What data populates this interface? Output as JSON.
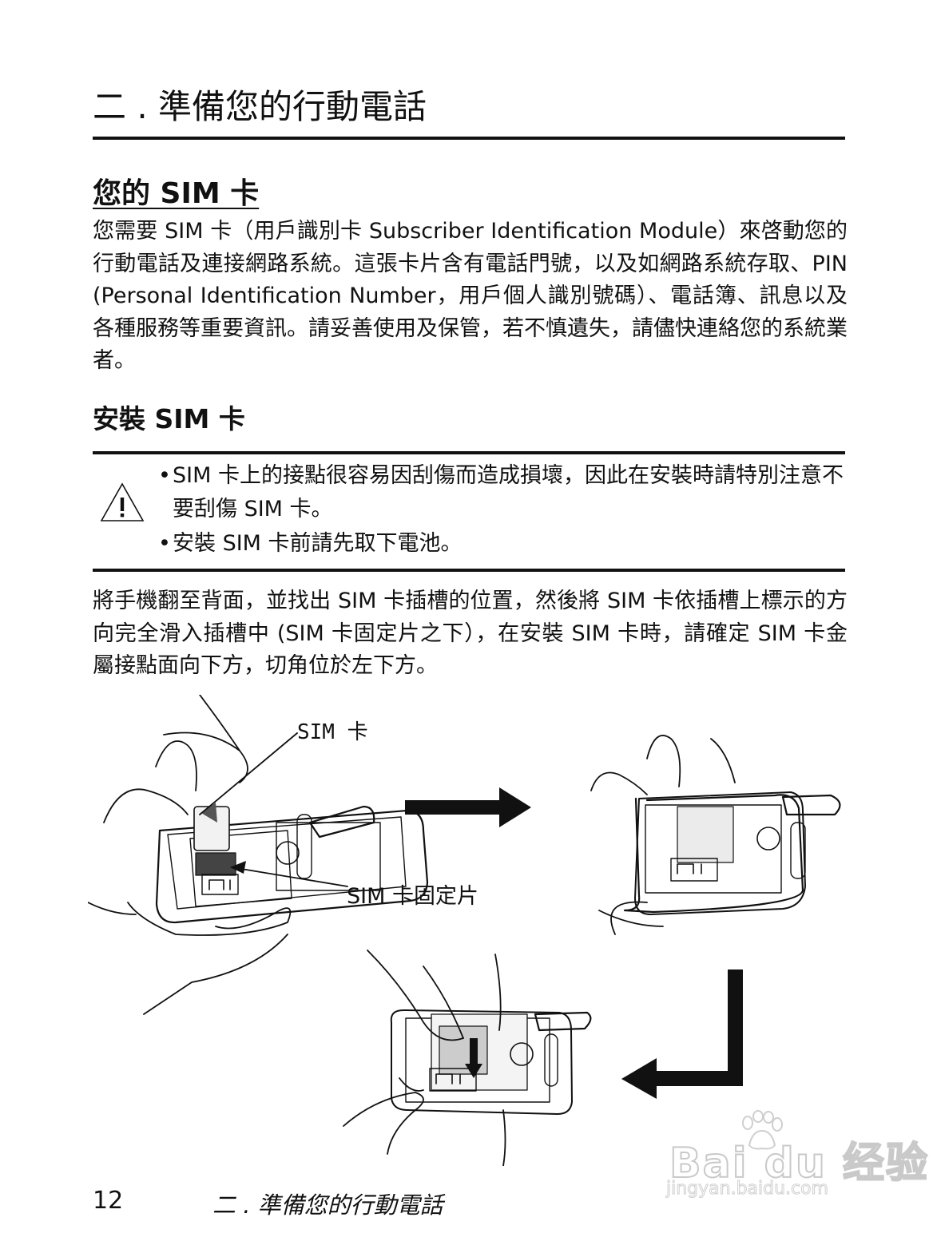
{
  "header": {
    "chapter_title": "二 . 準備您的行動電話"
  },
  "sim_section": {
    "heading": "您的 SIM 卡",
    "body": "您需要 SIM 卡（用戶識別卡 Subscriber Identification Module）來啓動您的行動電話及連接網路系統。這張卡片含有電話門號，以及如網路系統存取、PIN (Personal Identification Number，用戶個人識別號碼）、電話簿、訊息以及各種服務等重要資訊。請妥善使用及保管，若不慎遺失，請儘快連絡您的系統業者。"
  },
  "install_section": {
    "heading": "安裝 SIM 卡",
    "cautions": [
      "SIM 卡上的接點很容易因刮傷而造成損壞，因此在安裝時請特別注意不要刮傷 SIM 卡。",
      "安裝 SIM 卡前請先取下電池。"
    ],
    "bullet": "•",
    "warning_icon": "warning-triangle-icon",
    "steps": "將手機翻至背面，並找出 SIM 卡插槽的位置，然後將 SIM 卡依插槽上標示的方向完全滑入插槽中 (SIM 卡固定片之下），在安裝 SIM 卡時，請確定 SIM 卡金屬接點面向下方，切角位於左下方。"
  },
  "illustration": {
    "label_sim_card": "SIM 卡",
    "label_sim_holder": "SIM 卡固定片"
  },
  "footer": {
    "page_number": "12",
    "chapter_title": "二 . 準備您的行動電話"
  },
  "watermark": {
    "brand": "Bai du 经验",
    "url": "jingyan.baidu.com"
  }
}
